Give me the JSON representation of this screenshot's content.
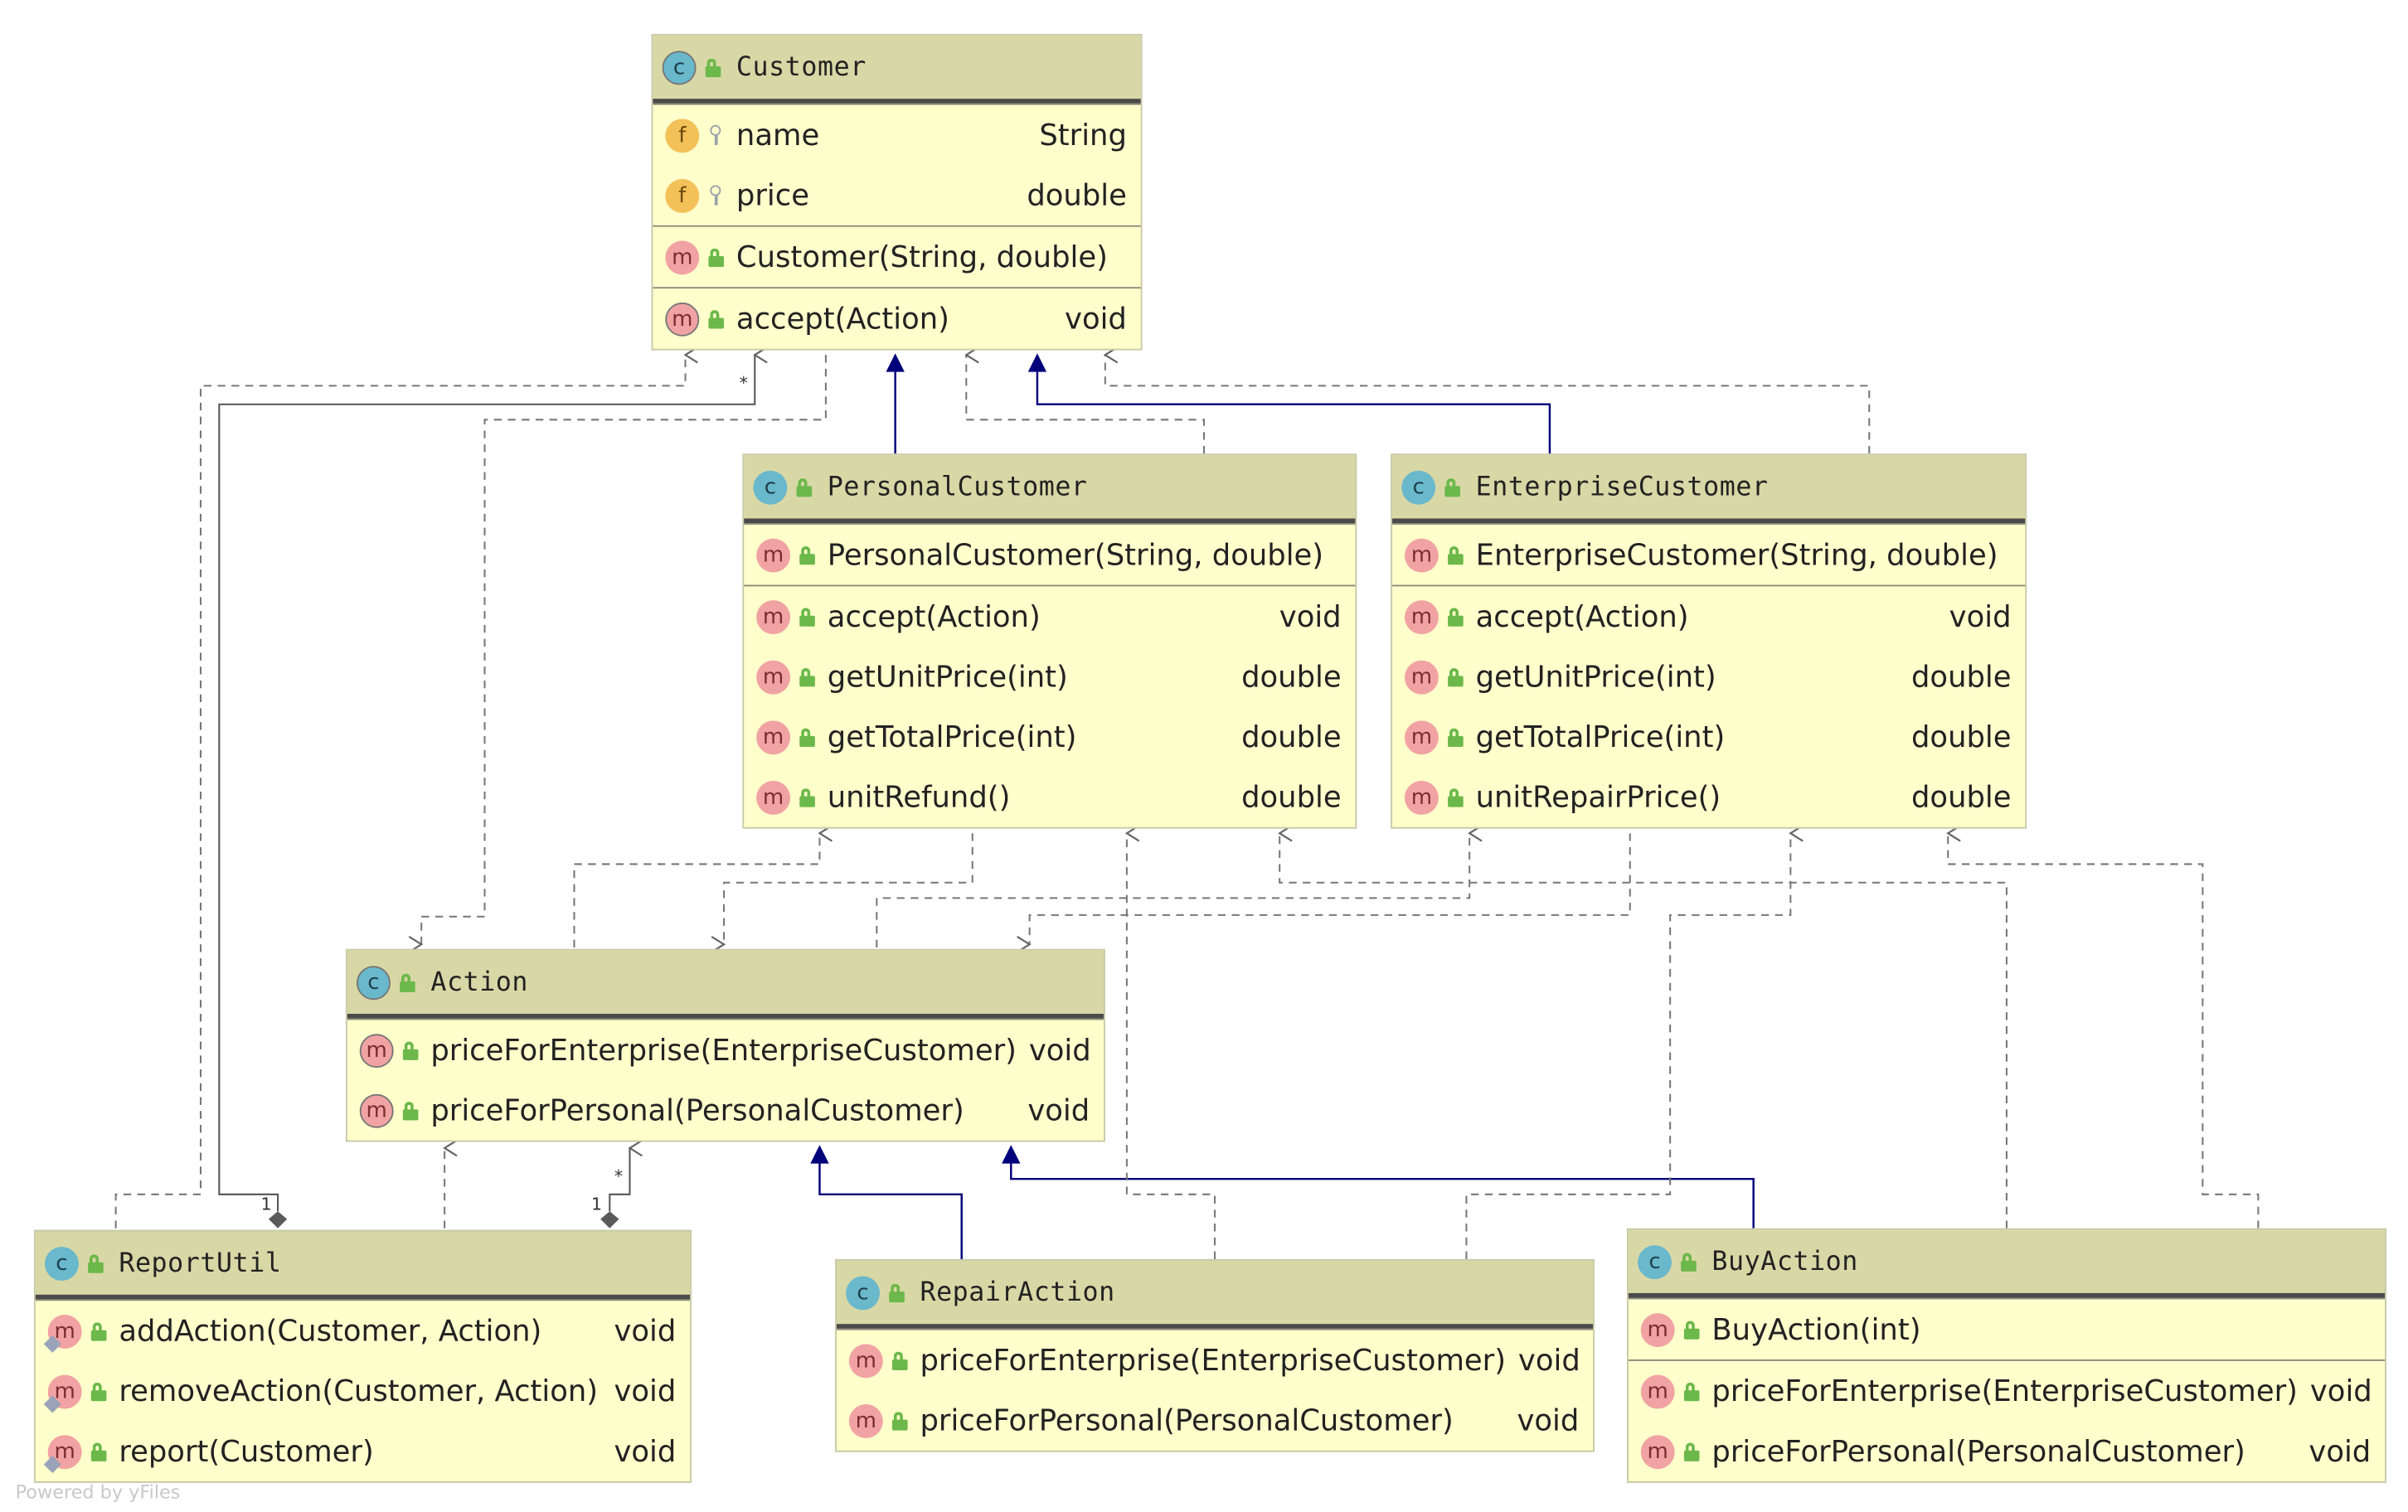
{
  "footer": "Powered by yFiles",
  "classes": {
    "customer": {
      "name": "Customer",
      "fields": [
        {
          "label": "name",
          "type": "String"
        },
        {
          "label": "price",
          "type": "double"
        }
      ],
      "constructors": [
        {
          "label": "Customer(String, double)",
          "type": ""
        }
      ],
      "methods": [
        {
          "label": "accept(Action)",
          "type": "void"
        }
      ]
    },
    "personal": {
      "name": "PersonalCustomer",
      "constructors": [
        {
          "label": "PersonalCustomer(String, double)",
          "type": ""
        }
      ],
      "methods": [
        {
          "label": "accept(Action)",
          "type": "void"
        },
        {
          "label": "getUnitPrice(int)",
          "type": "double"
        },
        {
          "label": "getTotalPrice(int)",
          "type": "double"
        },
        {
          "label": "unitRefund()",
          "type": "double"
        }
      ]
    },
    "enterprise": {
      "name": "EnterpriseCustomer",
      "constructors": [
        {
          "label": "EnterpriseCustomer(String, double)",
          "type": ""
        }
      ],
      "methods": [
        {
          "label": "accept(Action)",
          "type": "void"
        },
        {
          "label": "getUnitPrice(int)",
          "type": "double"
        },
        {
          "label": "getTotalPrice(int)",
          "type": "double"
        },
        {
          "label": "unitRepairPrice()",
          "type": "double"
        }
      ]
    },
    "action": {
      "name": "Action",
      "methods": [
        {
          "label": "priceForEnterprise(EnterpriseCustomer)",
          "type": "void"
        },
        {
          "label": "priceForPersonal(PersonalCustomer)",
          "type": "void"
        }
      ]
    },
    "reportutil": {
      "name": "ReportUtil",
      "methods": [
        {
          "label": "addAction(Customer, Action)",
          "type": "void"
        },
        {
          "label": "removeAction(Customer, Action)",
          "type": "void"
        },
        {
          "label": "report(Customer)",
          "type": "void"
        }
      ]
    },
    "repair": {
      "name": "RepairAction",
      "methods": [
        {
          "label": "priceForEnterprise(EnterpriseCustomer)",
          "type": "void"
        },
        {
          "label": "priceForPersonal(PersonalCustomer)",
          "type": "void"
        }
      ]
    },
    "buy": {
      "name": "BuyAction",
      "constructors": [
        {
          "label": "BuyAction(int)",
          "type": ""
        }
      ],
      "methods": [
        {
          "label": "priceForEnterprise(EnterpriseCustomer)",
          "type": "void"
        },
        {
          "label": "priceForPersonal(PersonalCustomer)",
          "type": "void"
        }
      ]
    }
  },
  "badges": {
    "class": "c",
    "field": "f",
    "method": "m"
  },
  "multiplicities": {
    "many": "*",
    "one": "1"
  },
  "colors": {
    "generalization": "#00007a",
    "dependency": "#777777",
    "header": "#d8d8a6",
    "body": "#ffffcc"
  }
}
